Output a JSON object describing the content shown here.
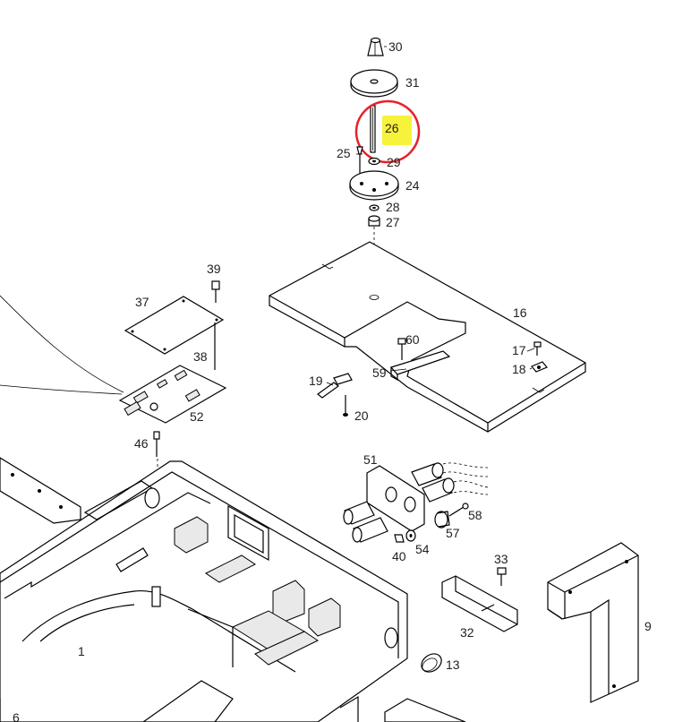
{
  "diagram": {
    "labels": {
      "p1": "1",
      "p6": "6",
      "p9": "9",
      "p13": "13",
      "p16": "16",
      "p17": "17",
      "p18": "18",
      "p19": "19",
      "p20": "20",
      "p24": "24",
      "p25": "25",
      "p26": "26",
      "p27": "27",
      "p28": "28",
      "p29": "29",
      "p30": "30",
      "p31": "31",
      "p32": "32",
      "p33": "33",
      "p37": "37",
      "p38": "38",
      "p39": "39",
      "p40": "40",
      "p46": "46",
      "p51": "51",
      "p52": "52",
      "p54": "54",
      "p57": "57",
      "p58": "58",
      "p59": "59",
      "p60": "60"
    },
    "highlight": {
      "part": "26",
      "circle_color": "#e8202a",
      "marker_color": "#f7f23a"
    }
  }
}
